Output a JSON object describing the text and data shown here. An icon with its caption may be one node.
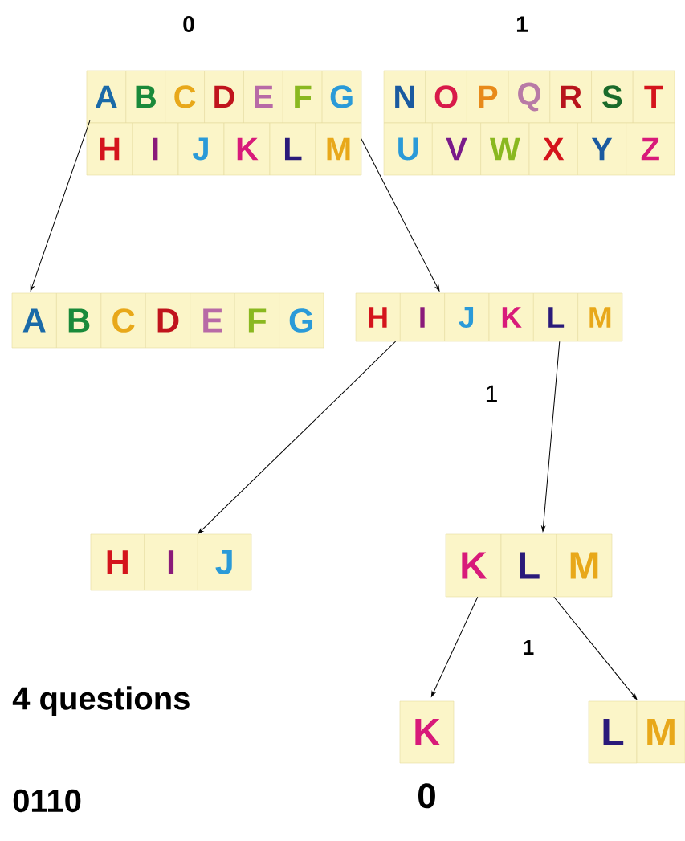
{
  "diagram": {
    "nodes": [
      {
        "text": [
          "A",
          "B",
          "C",
          "D",
          "E",
          "F",
          "G",
          "H",
          "I",
          "J",
          "K",
          "L",
          "M"
        ]
      },
      {
        "text": [
          "N",
          "O",
          "P",
          "Q",
          "R",
          "S",
          "T",
          "U",
          "V",
          "W",
          "X",
          "Y",
          "Z"
        ]
      },
      {
        "text": [
          "A",
          "B",
          "C",
          "D",
          "E",
          "F",
          "G"
        ]
      },
      {
        "text": [
          "H",
          "I",
          "J",
          "K",
          "L",
          "M"
        ]
      },
      {
        "text": [
          "H",
          "I",
          "J"
        ]
      },
      {
        "text": [
          "K",
          "L",
          "M"
        ]
      },
      {
        "text": [
          "K"
        ],
        "beside": [
          "0"
        ]
      },
      {
        "text": [
          "L",
          "M"
        ]
      }
    ],
    "edges": [
      {
        "from": 0,
        "to": 2,
        "arrow": "to"
      },
      {
        "from": 0,
        "to": 3,
        "arrow": "to"
      },
      {
        "from": 3,
        "to": 4,
        "arrow": "to"
      },
      {
        "from": 3,
        "to": 5,
        "arrow": "to"
      },
      {
        "from": 5,
        "to": 6,
        "arrow": "to"
      },
      {
        "from": 5,
        "to": 7,
        "arrow": "to"
      }
    ],
    "labels": [
      "0",
      "1",
      "1",
      "1",
      "4 questions",
      "0110"
    ]
  }
}
